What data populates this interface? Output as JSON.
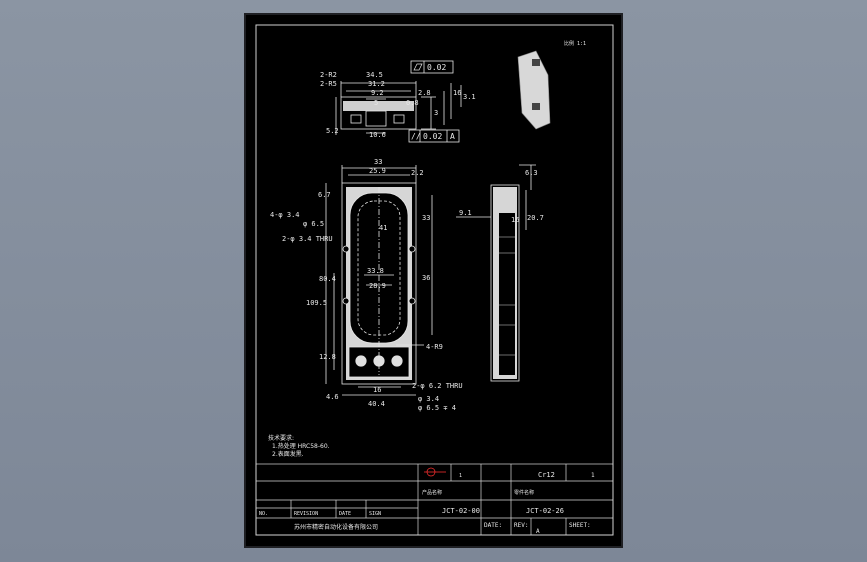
{
  "drawing": {
    "top_view": {
      "dims": [
        "34.5",
        "31.2",
        "9.2",
        "2-R2",
        "2-R5",
        "5",
        "0.8",
        "2.8",
        "3",
        "16",
        "3.1",
        "5.2",
        "10.6"
      ],
      "fcf_flatness": "0.02",
      "fcf_parallel": "0.02",
      "fcf_datum": "A"
    },
    "front_view": {
      "dims": [
        "33",
        "25.9",
        "2.2",
        "6.7",
        "33",
        "41",
        "33.8",
        "28.9",
        "36",
        "80.4",
        "109.5",
        "12.8",
        "16",
        "40.4",
        "4.6",
        "4-R9"
      ],
      "notes": [
        "4-φ 3.4",
        "φ 6.5",
        "2-φ 3.4 THRU",
        "2-φ 6.2 THRU",
        "φ 3.4",
        "φ 6.5 ∓ 4"
      ]
    },
    "side_view": {
      "dims": [
        "6.3",
        "20.7",
        "9.1",
        "16"
      ]
    },
    "iso_note": "比例 1:1",
    "tech_notes": [
      "技术要求:",
      "1.热处理 HRC58-60.",
      "2.表面发黑."
    ]
  },
  "title_block": {
    "material": "Cr12",
    "scale": "1",
    "qty": "1",
    "product_name": "产品名称",
    "part_name": "零件名称",
    "assembly_no": "JCT-02-00",
    "drawing_no": "JCT-02-26",
    "date_label": "DATE:",
    "rev_label": "REV:",
    "rev": "A",
    "sheet_label": "SHEET:",
    "company": "苏州市精密自动化设备有限公司",
    "revision_label": "REVISION",
    "date_col": "DATE",
    "sign_col": "SIGN",
    "no_col": "NO."
  }
}
